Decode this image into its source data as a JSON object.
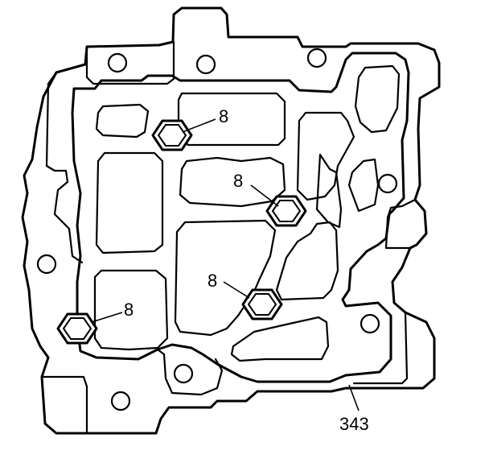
{
  "callouts": {
    "bolt_top": "8",
    "bolt_middle": "8",
    "bolt_lower": "8",
    "bolt_left": "8",
    "part_number": "343"
  }
}
